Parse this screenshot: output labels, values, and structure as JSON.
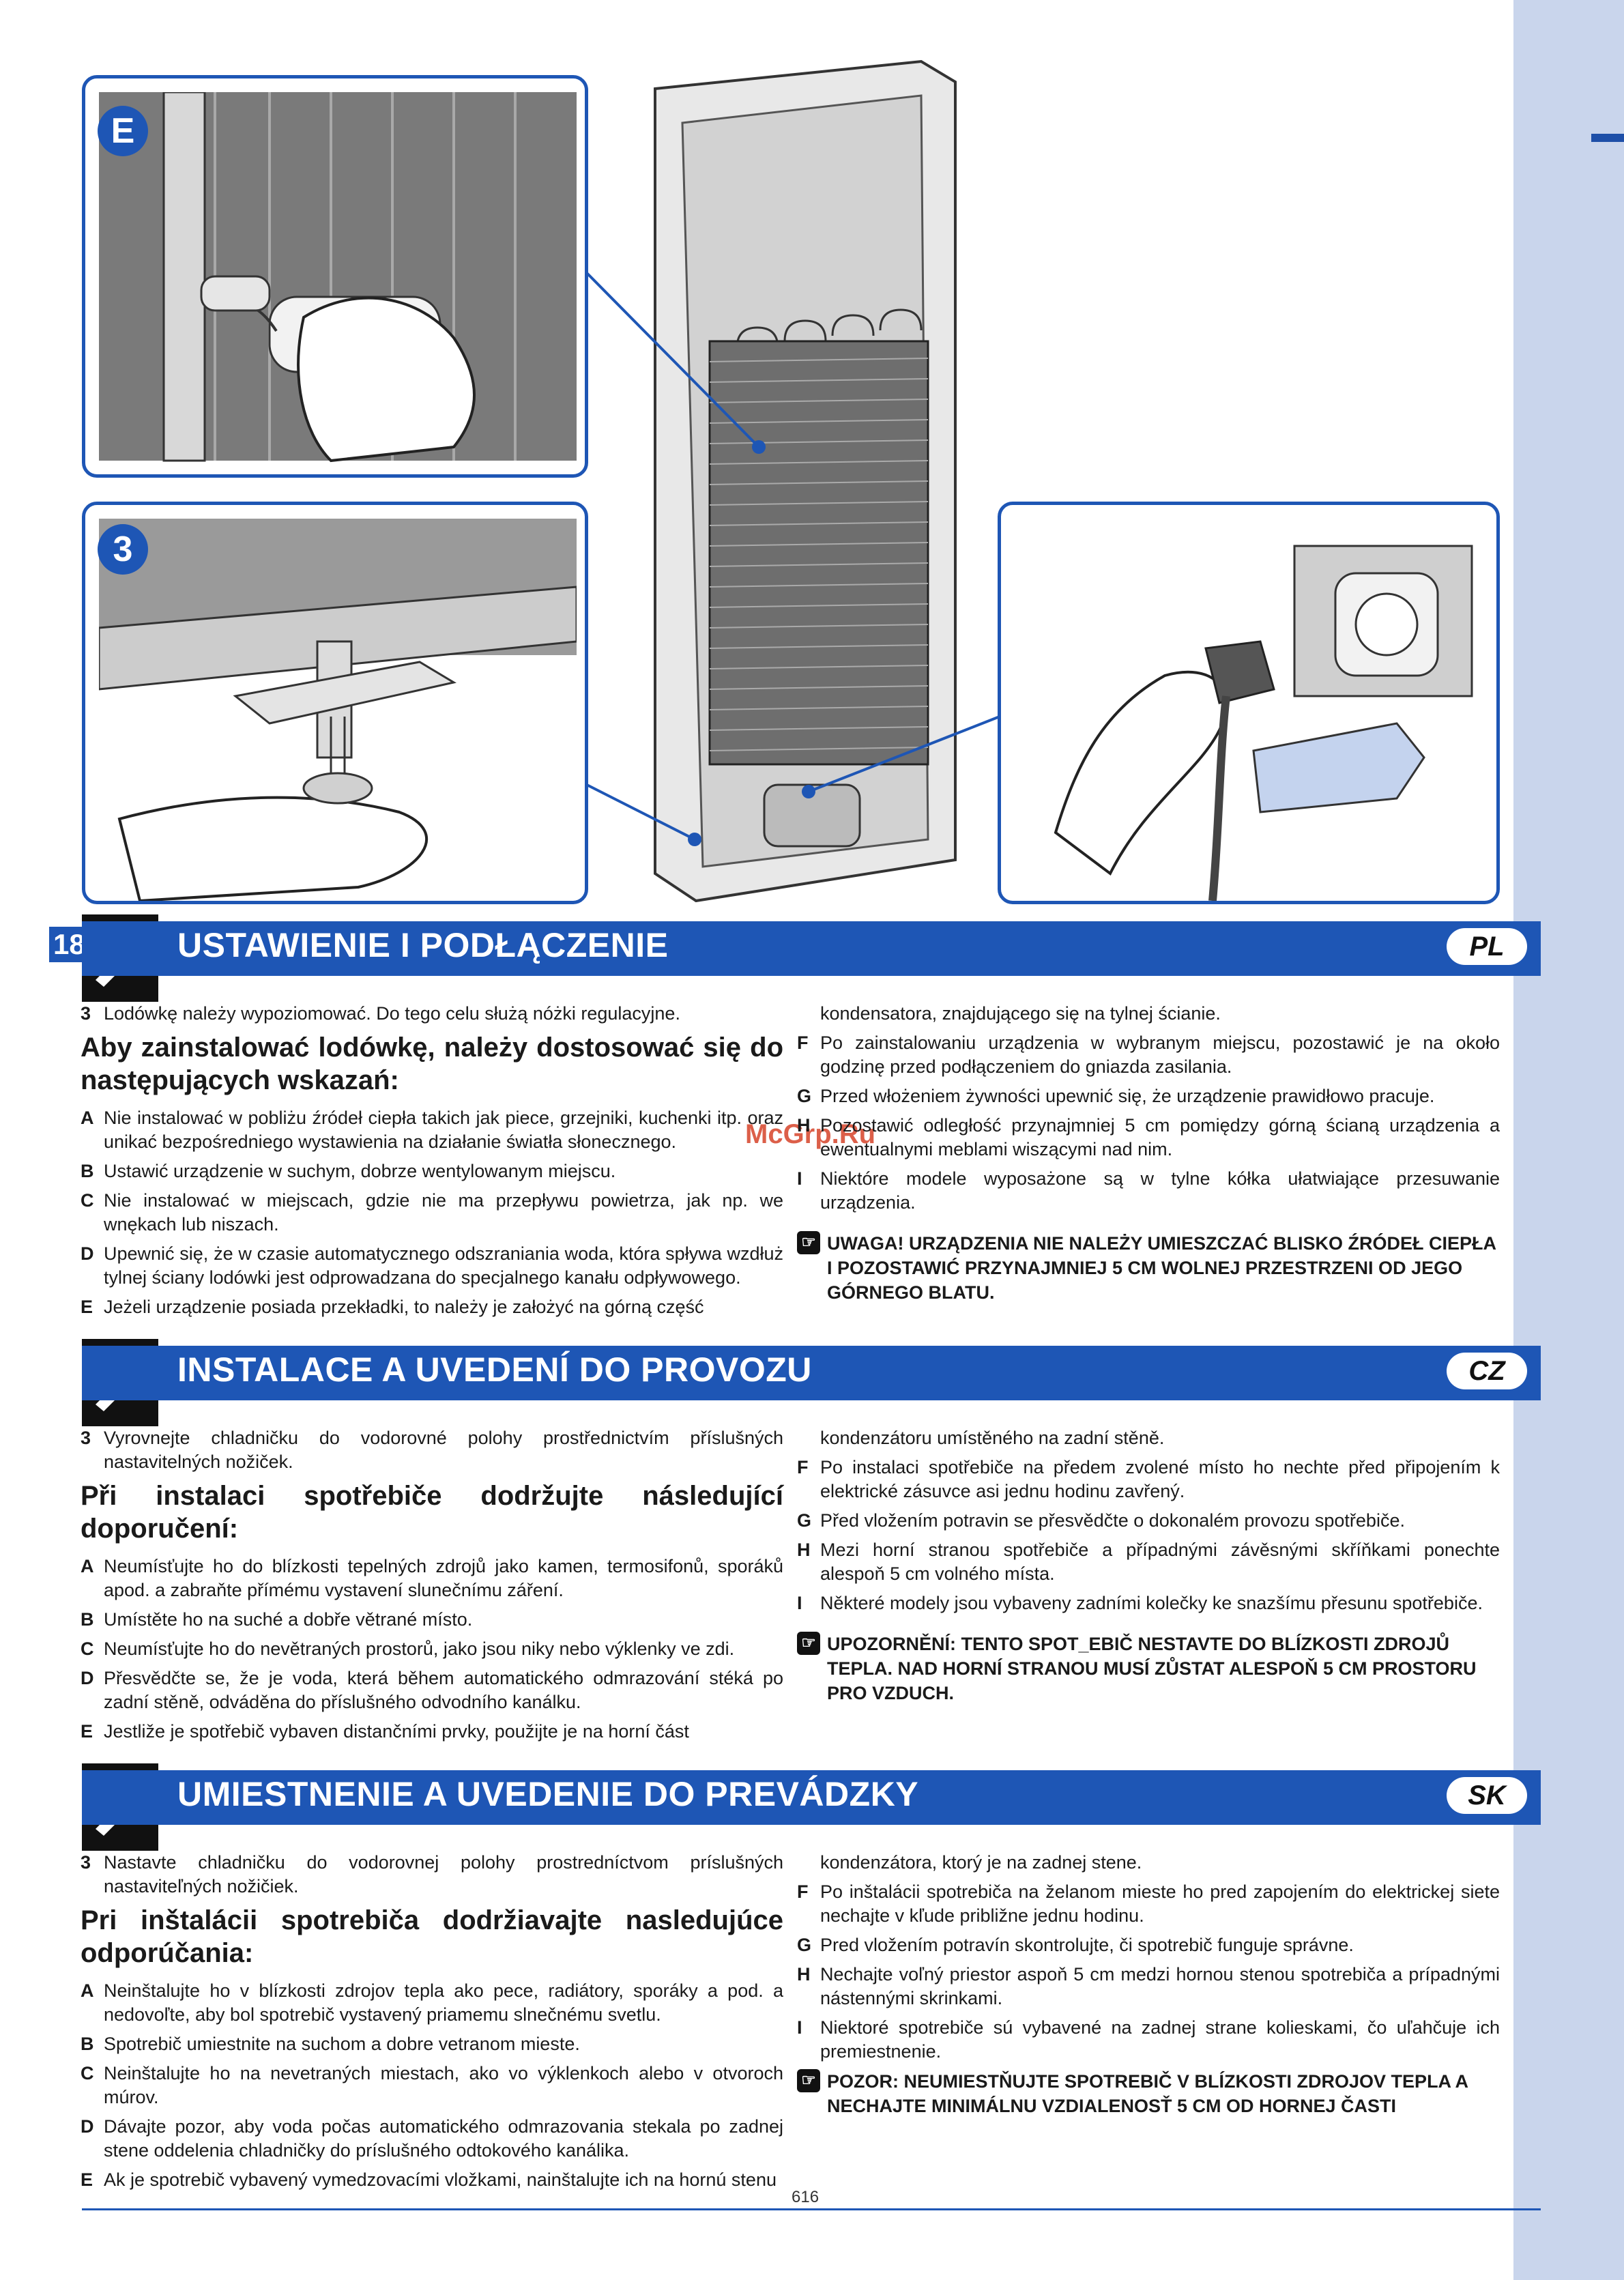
{
  "page": {
    "page_number": "18",
    "footer_number": "616",
    "watermark": "McGrp.Ru"
  },
  "figures": {
    "panel_e_label": "E",
    "panel_3_label": "3"
  },
  "colors": {
    "accent": "#1e56b5",
    "sidebar": "#c9d5ec"
  },
  "sections": [
    {
      "title": "USTAWIENIE I PODŁĄCZENIE",
      "lang": "PL",
      "left": {
        "intro_key": "3",
        "intro": "Lodówkę należy wypoziomować. Do tego celu służą nóżki regulacyjne.",
        "heading": "Aby zainstalować lodówkę, należy dostosować się do następujących wskazań:",
        "items": [
          {
            "k": "A",
            "v": "Nie instalować w pobliżu źródeł ciepła takich jak piece, grzejniki, kuchenki itp. oraz unikać bezpośredniego wystawienia na działanie światła słonecznego."
          },
          {
            "k": "B",
            "v": "Ustawić urządzenie w suchym, dobrze wentylowanym miejscu."
          },
          {
            "k": "C",
            "v": "Nie instalować w miejscach, gdzie nie ma przepływu powietrza, jak np. we wnękach lub niszach."
          },
          {
            "k": "D",
            "v": "Upewnić się, że w czasie automatycznego odszraniania woda, która spływa wzdłuż tylnej ściany lodówki jest odprowadzana do specjalnego kanału odpływowego."
          },
          {
            "k": "E",
            "v": "Jeżeli urządzenie posiada przekładki, to należy je założyć na górną część"
          }
        ]
      },
      "right": {
        "continuation": "kondensatora, znajdującego się na tylnej ścianie.",
        "items": [
          {
            "k": "F",
            "v": "Po zainstalowaniu urządzenia w wybranym miejscu, pozostawić je na około godzinę przed podłączeniem do gniazda zasilania."
          },
          {
            "k": "G",
            "v": "Przed włożeniem żywności upewnić się, że urządzenie prawidłowo pracuje."
          },
          {
            "k": "H",
            "v": "Pozostawić odległość przynajmniej 5 cm pomiędzy górną ścianą urządzenia a ewentualnymi meblami wiszącymi nad nim."
          },
          {
            "k": "I",
            "v": "Niektóre modele wyposażone są w tylne kółka ułatwiające przesuwanie urządzenia."
          }
        ],
        "warning": "UWAGA! URZĄDZENIA NIE NALEŻY UMIESZCZAĆ BLISKO ŹRÓDEŁ CIEPŁA I POZOSTAWIĆ PRZYNAJMNIEJ 5 CM WOLNEJ PRZESTRZENI OD JEGO GÓRNEGO BLATU."
      }
    },
    {
      "title": "INSTALACE A UVEDENÍ DO PROVOZU",
      "lang": "CZ",
      "left": {
        "intro_key": "3",
        "intro": "Vyrovnejte chladničku do vodorovné polohy prostřednictvím příslušných nastavitelných nožiček.",
        "heading": "Při instalaci spotřebiče dodržujte následující doporučení:",
        "items": [
          {
            "k": "A",
            "v": "Neumísťujte ho do blízkosti tepelných zdrojů jako kamen, termosifonů, sporáků apod. a zabraňte přímému vystavení slunečnímu záření."
          },
          {
            "k": "B",
            "v": "Umístěte ho na suché a dobře větrané místo."
          },
          {
            "k": "C",
            "v": "Neumísťujte ho do nevětraných prostorů, jako jsou niky nebo výklenky ve zdi."
          },
          {
            "k": "D",
            "v": "Přesvědčte se, že je voda, která během automatického odmrazování stéká po zadní stěně, odváděna do příslušného odvodního kanálku."
          },
          {
            "k": "E",
            "v": "Jestliže je spotřebič vybaven distančními prvky, použijte je na horní část"
          }
        ]
      },
      "right": {
        "continuation": "kondenzátoru umístěného na zadní stěně.",
        "items": [
          {
            "k": "F",
            "v": "Po instalaci spotřebiče na předem zvolené místo ho nechte před připojením k elektrické zásuvce asi jednu hodinu zavřený."
          },
          {
            "k": "G",
            "v": "Před vložením potravin se přesvědčte o dokonalém provozu spotřebiče."
          },
          {
            "k": "H",
            "v": "Mezi horní stranou spotřebiče a případnými závěsnými skříňkami ponechte alespoň 5 cm volného místa."
          },
          {
            "k": "I",
            "v": "Některé modely jsou vybaveny zadními kolečky ke snazšímu přesunu spotřebiče."
          }
        ],
        "warning": "UPOZORNĚNÍ: TENTO SPOT_EBIČ NESTAVTE DO BLÍZKOSTI ZDROJŮ TEPLA. NAD HORNÍ STRANOU MUSÍ ZŮSTAT ALESPOŇ 5 CM PROSTORU PRO VZDUCH."
      }
    },
    {
      "title": "UMIESTNENIE A UVEDENIE DO PREVÁDZKY",
      "lang": "SK",
      "left": {
        "intro_key": "3",
        "intro": "Nastavte chladničku do vodorovnej polohy prostredníctvom príslušných nastaviteľných nožičiek.",
        "heading": "Pri inštalácii spotrebiča dodržiavajte nasledujúce odporúčania:",
        "items": [
          {
            "k": "A",
            "v": "Neinštalujte ho v blízkosti zdrojov tepla ako pece, radiátory, sporáky a pod. a nedovoľte, aby bol spotrebič vystavený priamemu slnečnému svetlu."
          },
          {
            "k": "B",
            "v": "Spotrebič umiestnite na suchom a dobre vetranom mieste."
          },
          {
            "k": "C",
            "v": "Neinštalujte ho na nevetraných miestach, ako vo výklenkoch alebo v otvoroch múrov."
          },
          {
            "k": "D",
            "v": "Dávajte pozor, aby voda počas automatického odmrazovania stekala po zadnej stene oddelenia chladničky do príslušného odtokového kanálika."
          },
          {
            "k": "E",
            "v": "Ak je spotrebič vybavený vymedzovacími vložkami, nainštalujte ich na hornú stenu"
          }
        ]
      },
      "right": {
        "continuation": "kondenzátora, ktorý je na zadnej stene.",
        "items": [
          {
            "k": "F",
            "v": "Po inštalácii spotrebiča na želanom mieste ho pred zapojením do elektrickej siete nechajte v kľude približne jednu hodinu."
          },
          {
            "k": "G",
            "v": "Pred vložením potravín skontrolujte, či spotrebič funguje správne."
          },
          {
            "k": "H",
            "v": "Nechajte voľný priestor aspoň 5 cm medzi hornou stenou spotrebiča a prípadnými nástennými skrinkami."
          },
          {
            "k": "I",
            "v": "Niektoré spotrebiče sú vybavené na zadnej strane kolieskami, čo uľahčuje ich premiestnenie."
          }
        ],
        "warning": "POZOR: NEUMIESTŇUJTE SPOTREBIČ V BLÍZKOSTI ZDROJOV TEPLA A NECHAJTE MINIMÁLNU VZDIALENOSŤ 5 CM OD HORNEJ ČASTI"
      }
    }
  ]
}
